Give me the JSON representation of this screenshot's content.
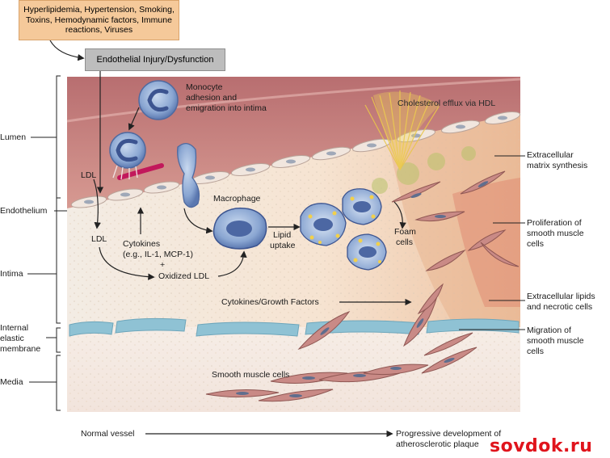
{
  "risk_factors": "Hyperlipidemia, Hypertension, Smoking, Toxins, Hemodynamic factors, Immune reactions, Viruses",
  "injury": "Endothelial Injury/Dysfunction",
  "left_layers": {
    "lumen": "Lumen",
    "endothelium": "Endothelium",
    "intima": "Intima",
    "iem_1": "Internal",
    "iem_2": "elastic",
    "iem_3": "membrane",
    "media": "Media"
  },
  "inner_labels": {
    "monocyte_1": "Monocyte",
    "monocyte_2": "adhesion and",
    "monocyte_3": "emigration into intima",
    "cholesterol": "Cholesterol efflux via HDL",
    "ldl_upper": "LDL",
    "ldl_lower": "LDL",
    "macrophage": "Macrophage",
    "cytokines_1": "Cytokines",
    "cytokines_2": "(e.g., IL-1, MCP-1)",
    "plus": "+",
    "oxidized": "Oxidized LDL",
    "lipid_1": "Lipid",
    "lipid_2": "uptake",
    "foam_1": "Foam",
    "foam_2": "cells",
    "growth": "Cytokines/Growth Factors",
    "smc": "Smooth muscle cells"
  },
  "right_labels": {
    "ecm_1": "Extracellular",
    "ecm_2": "matrix synthesis",
    "prolif_1": "Proliferation of",
    "prolif_2": "smooth muscle",
    "prolif_3": "cells",
    "lipids_1": "Extracellular lipids",
    "lipids_2": "and necrotic cells",
    "migr_1": "Migration of",
    "migr_2": "smooth muscle",
    "migr_3": "cells"
  },
  "bottom": {
    "normal": "Normal vessel",
    "progress_1": "Progressive development of",
    "progress_2": "atherosclerotic plaque"
  },
  "watermark": "sovdok.ru",
  "colors": {
    "risk_box": "#f5c99a",
    "injury_box": "#bdbdbd",
    "lumen": "#c9807e",
    "intima": "#f6eadb",
    "elastic_membrane": "#8fc2d4",
    "smooth_muscle": "#c98a86",
    "cell_blue": "#6f8fc4",
    "watermark": "#e0141c"
  }
}
